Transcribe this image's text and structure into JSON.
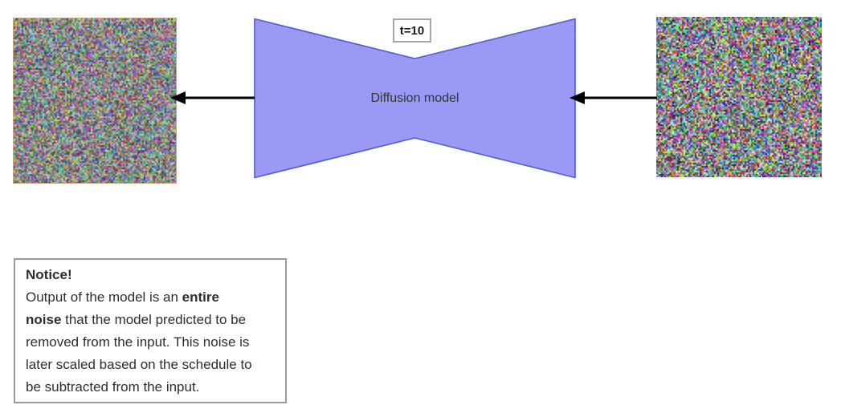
{
  "diagram": {
    "timestep_label": "t=10",
    "model_label": "Diffusion model",
    "noise_images": {
      "left": "predicted-noise-output",
      "right": "noisy-input"
    },
    "colors": {
      "model_fill": "#9a99f6",
      "model_border": "#4f5ecf",
      "arrow": "#000000",
      "noise_border_left": "#bfa87e",
      "badge_border": "#a6a6a6",
      "notice_border": "#9a9a9a",
      "text": "#2e2e2e"
    }
  },
  "notice": {
    "title": "Notice!",
    "lines": [
      {
        "segments": [
          {
            "text": "Output of the model is an ",
            "bold": false
          },
          {
            "text": "entire",
            "bold": true
          }
        ]
      },
      {
        "segments": [
          {
            "text": "noise",
            "bold": true
          },
          {
            "text": " that the model predicted to be",
            "bold": false
          }
        ]
      },
      {
        "segments": [
          {
            "text": "removed from the input. This noise is",
            "bold": false
          }
        ]
      },
      {
        "segments": [
          {
            "text": "later scaled based on the schedule to",
            "bold": false
          }
        ]
      },
      {
        "segments": [
          {
            "text": "be subtracted from the input.",
            "bold": false
          }
        ]
      }
    ]
  }
}
